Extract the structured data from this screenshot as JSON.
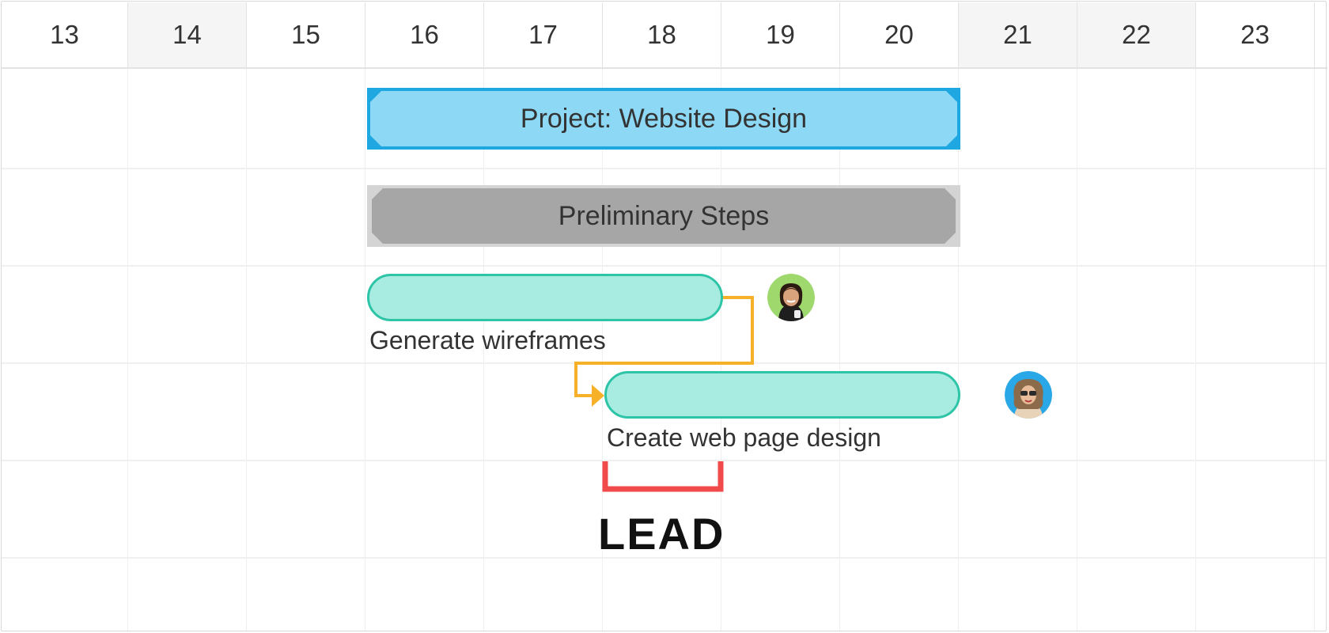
{
  "timeline": {
    "days": [
      {
        "label": "13",
        "weekend": false
      },
      {
        "label": "14",
        "weekend": true
      },
      {
        "label": "15",
        "weekend": false
      },
      {
        "label": "16",
        "weekend": false
      },
      {
        "label": "17",
        "weekend": false
      },
      {
        "label": "18",
        "weekend": false
      },
      {
        "label": "19",
        "weekend": false
      },
      {
        "label": "20",
        "weekend": false
      },
      {
        "label": "21",
        "weekend": true
      },
      {
        "label": "22",
        "weekend": true
      },
      {
        "label": "23",
        "weekend": false
      }
    ]
  },
  "tasks": {
    "project": {
      "label": "Project: Website Design",
      "start_day": "16",
      "end_day": "20",
      "color": "#8cd8f5",
      "border_color": "#1ea7e0"
    },
    "summary": {
      "label": "Preliminary Steps",
      "start_day": "16",
      "end_day": "20",
      "color": "#a6a6a6",
      "border_color": "#d4d4d4"
    },
    "wireframes": {
      "label": "Generate wireframes",
      "start_day": "16",
      "end_day": "18",
      "color": "#a8ece1",
      "border_color": "#2ec4a8"
    },
    "web_design": {
      "label": "Create web page design",
      "start_day": "18",
      "end_day": "20",
      "color": "#a8ece1",
      "border_color": "#2ec4a8"
    }
  },
  "dependency": {
    "from": "Generate wireframes",
    "to": "Create web page design",
    "color": "#f6b128"
  },
  "lead": {
    "label": "LEAD",
    "color": "#f04a4a"
  }
}
